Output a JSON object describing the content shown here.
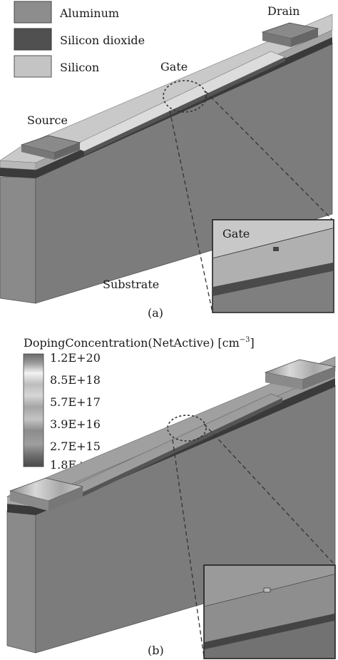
{
  "panel_a": {
    "legend": [
      {
        "label": "Aluminum",
        "color": "#8d8d8d"
      },
      {
        "label": "Silicon dioxide",
        "color": "#505050"
      },
      {
        "label": "Silicon",
        "color": "#c4c4c4"
      }
    ],
    "labels": {
      "drain": "Drain",
      "gate": "Gate",
      "source": "Source",
      "substrate": "Substrate",
      "inset_gate": "Gate"
    },
    "caption": "(a)"
  },
  "panel_b": {
    "colorbar_title": "DopingConcentration(NetActive) [cm",
    "colorbar_unit_exp": "−3",
    "colorbar_unit_close": "]",
    "ticks": [
      "1.2E+20",
      "8.5E+18",
      "5.7E+17",
      "3.9E+16",
      "2.7E+15",
      "1.8E+14"
    ],
    "caption": "(b)"
  }
}
